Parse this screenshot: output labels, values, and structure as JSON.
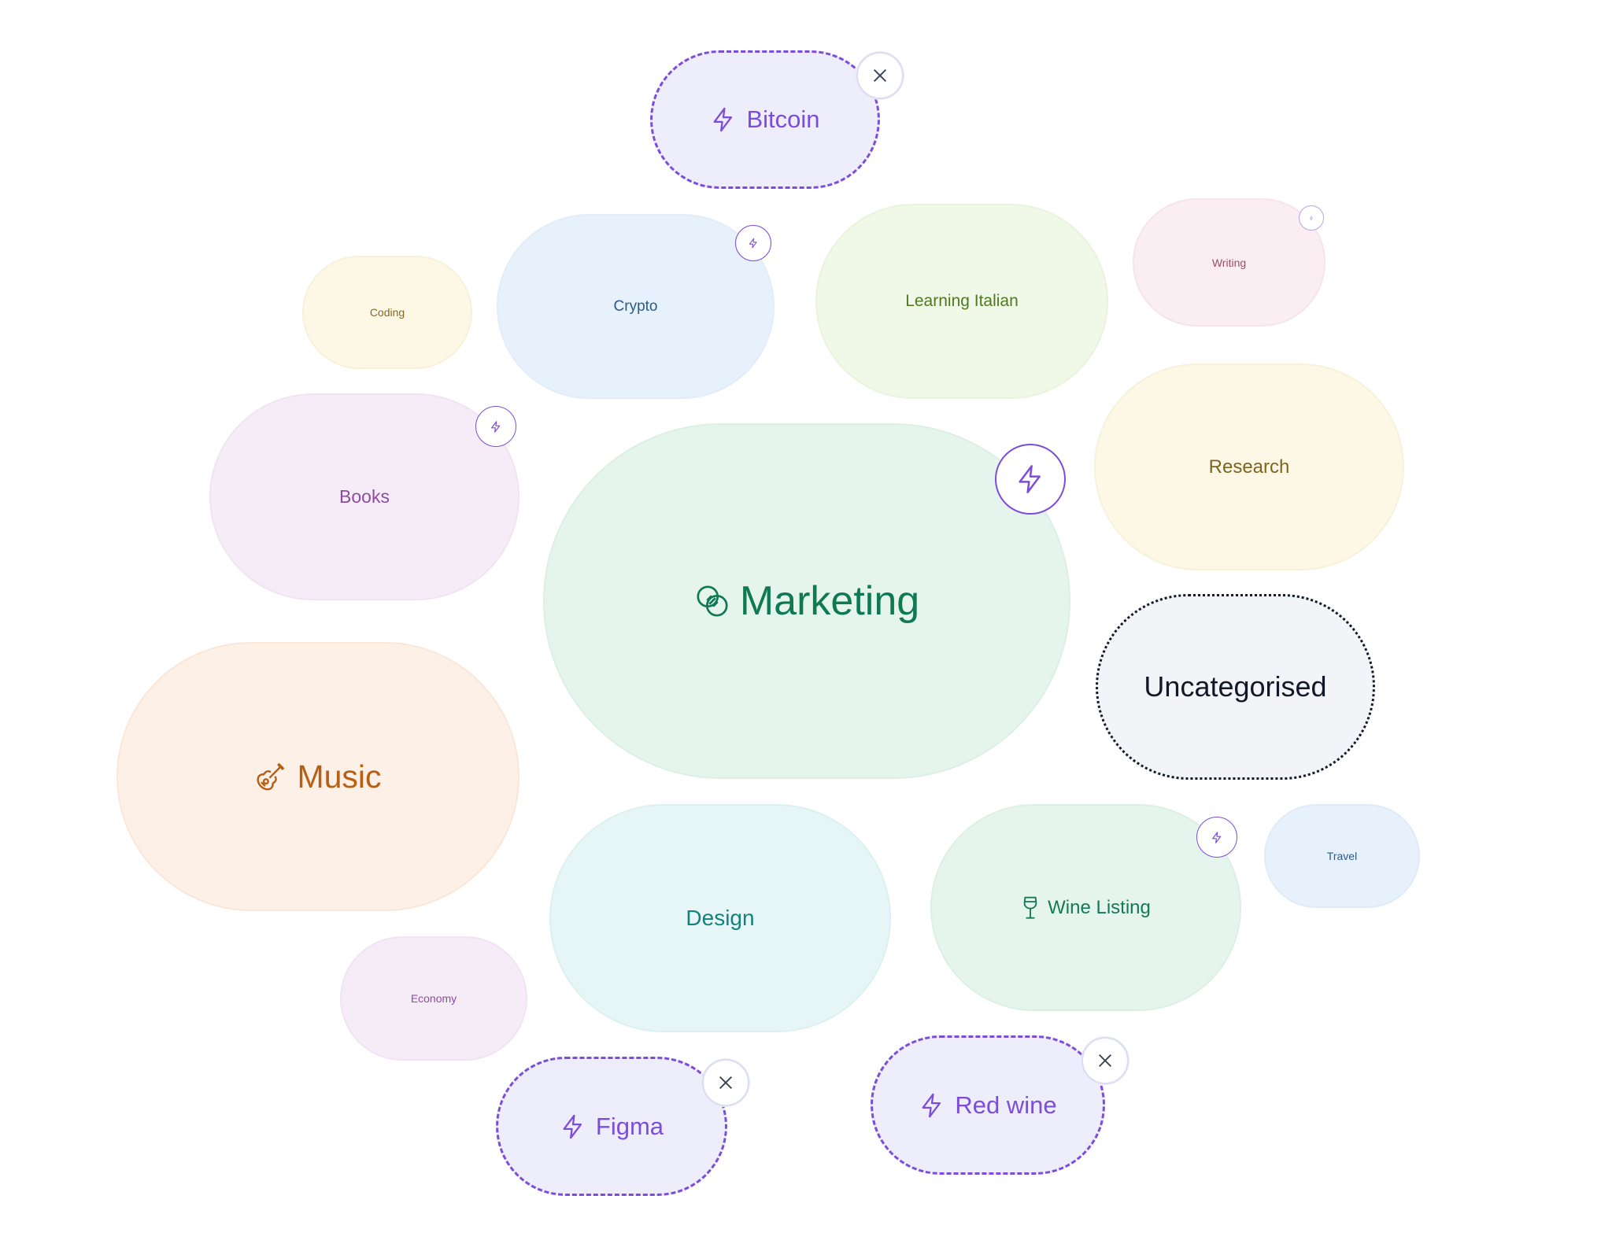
{
  "topics": {
    "bitcoin": "Bitcoin",
    "crypto": "Crypto",
    "learning_italian": "Learning Italian",
    "writing": "Writing",
    "coding": "Coding",
    "books": "Books",
    "marketing": "Marketing",
    "research": "Research",
    "uncategorised": "Uncategorised",
    "music": "Music",
    "design": "Design",
    "wine_listing": "Wine Listing",
    "travel": "Travel",
    "economy": "Economy",
    "figma": "Figma",
    "red_wine": "Red wine"
  },
  "colors": {
    "accent": "#7c4ddb",
    "suggested_bg": "#ededfb",
    "marketing_bg": "#e6f4ee",
    "marketing_text": "#0f7a52",
    "crypto_bg": "#e7f1fb",
    "crypto_text": "#2b5b86",
    "italian_bg": "#f0f8e7",
    "italian_text": "#4f7a22",
    "writing_bg": "#fbeef3",
    "writing_text": "#9c4c6b",
    "coding_bg": "#fdf8e6",
    "coding_text": "#7f6b22",
    "books_bg": "#f6ecf8",
    "books_text": "#8f4ba1",
    "research_bg": "#fdf8e6",
    "research_text": "#7d6420",
    "uncategorised_bg": "#f3f4f7",
    "uncategorised_text": "#111827",
    "music_bg": "#fdf0e6",
    "music_text": "#b85f16",
    "design_bg": "#e6f6f6",
    "design_text": "#16807f",
    "wine_bg": "#e6f4ee",
    "wine_text": "#157a52",
    "travel_bg": "#e7f1fb",
    "travel_text": "#2b5b86",
    "economy_bg": "#f6ecf8",
    "economy_text": "#8f4ba1"
  },
  "icons": {
    "bolt": "lightning-bolt-icon",
    "close": "close-icon",
    "marketing": "overlapping-circles-icon",
    "music": "guitar-icon",
    "wine": "wine-glass-icon"
  }
}
